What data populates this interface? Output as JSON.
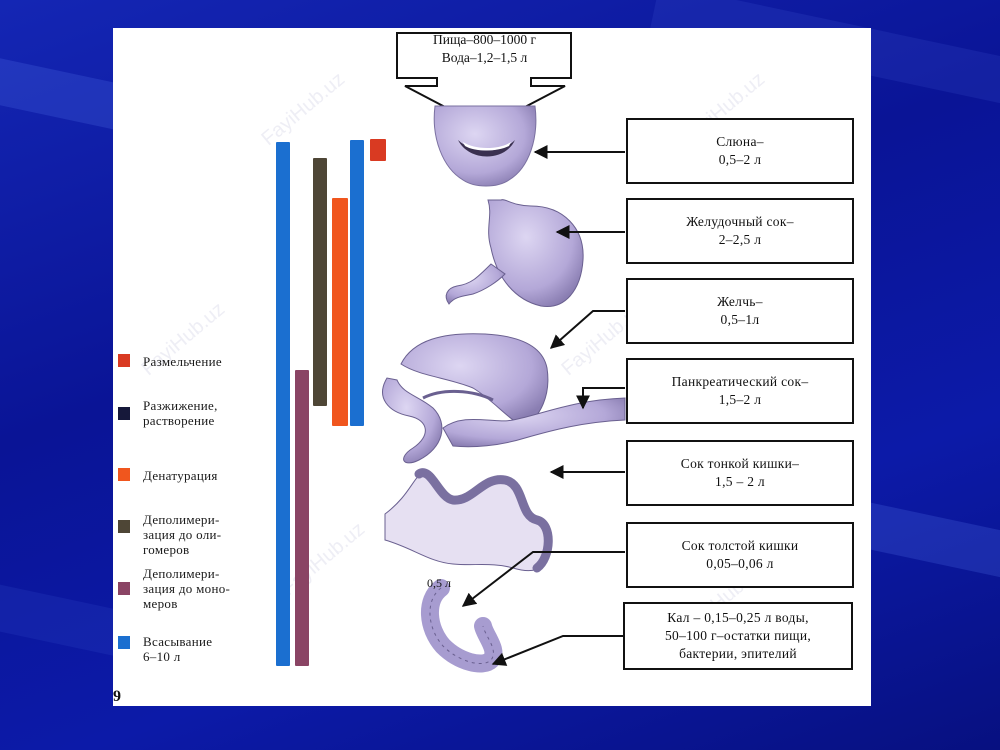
{
  "intake": {
    "text": "Пища–800–1000 г\nВода–1,2–1,5 л"
  },
  "secretions": [
    {
      "text": "Слюна–\n0,5–2 л"
    },
    {
      "text": "Желудочный сок–\n2–2,5 л"
    },
    {
      "text": "Желчь–\n0,5–1л"
    },
    {
      "text": "Панкреатический сок–\n1,5–2 л"
    },
    {
      "text": "Сок тонкой кишки–\n1,5 – 2 л"
    },
    {
      "text": "Сок толстой кишки\n0,05–0,06 л"
    },
    {
      "text": "Кал – 0,15–0,25 л воды,\n50–100 г–остатки пищи,\nбактерии, эпителий"
    }
  ],
  "colon_label": "0,5 л",
  "page_number": "9",
  "legend": [
    {
      "label": "Размельчение",
      "color": "#d93a22"
    },
    {
      "label": "Разжижение,\nрастворение",
      "color": "#16183a"
    },
    {
      "label": "Денатурация",
      "color": "#f0561e"
    },
    {
      "label": "Деполимери-\nзация до оли-\nгомеров",
      "color": "#4e4636"
    },
    {
      "label": "Деполимери-\nзация до моно-\nмеров",
      "color": "#8a4464"
    },
    {
      "label": "Всасывание\n6–10 л",
      "color": "#1b6fd0"
    }
  ],
  "colors": {
    "background": "#0a1496",
    "organ": "#bcb2dc",
    "organ_dark": "#8e84b4"
  },
  "watermark": "FayiHub.uz"
}
